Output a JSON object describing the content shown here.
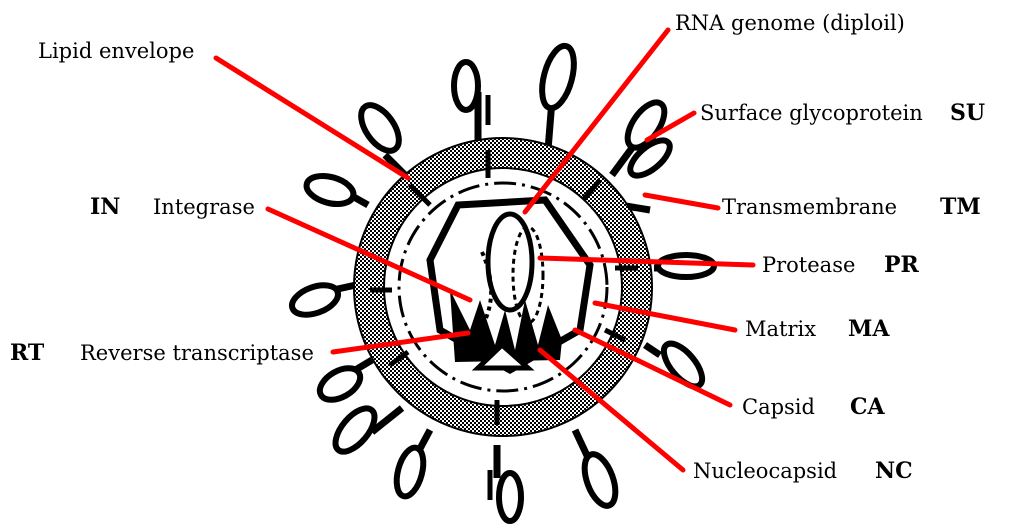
{
  "diagram": {
    "colors": {
      "pointer": "#ff0000",
      "ink": "#000000",
      "shell": "#8c8c8c",
      "background": "#ffffff"
    },
    "labels": {
      "lipid_envelope": {
        "text": "Lipid envelope"
      },
      "rna_genome": {
        "text": "RNA genome (diploil)"
      },
      "surface_glycoprotein": {
        "text": "Surface glycoprotein",
        "abbr": "SU"
      },
      "transmembrane": {
        "text": "Transmembrane",
        "abbr": "TM"
      },
      "integrase": {
        "text": "Integrase",
        "abbr": "IN"
      },
      "protease": {
        "text": "Protease",
        "abbr": "PR"
      },
      "matrix": {
        "text": "Matrix",
        "abbr": "MA"
      },
      "reverse_transcriptase": {
        "text": "Reverse transcriptase",
        "abbr": "RT"
      },
      "capsid": {
        "text": "Capsid",
        "abbr": "CA"
      },
      "nucleocapsid": {
        "text": "Nucleocapsid",
        "abbr": "NC"
      }
    }
  }
}
